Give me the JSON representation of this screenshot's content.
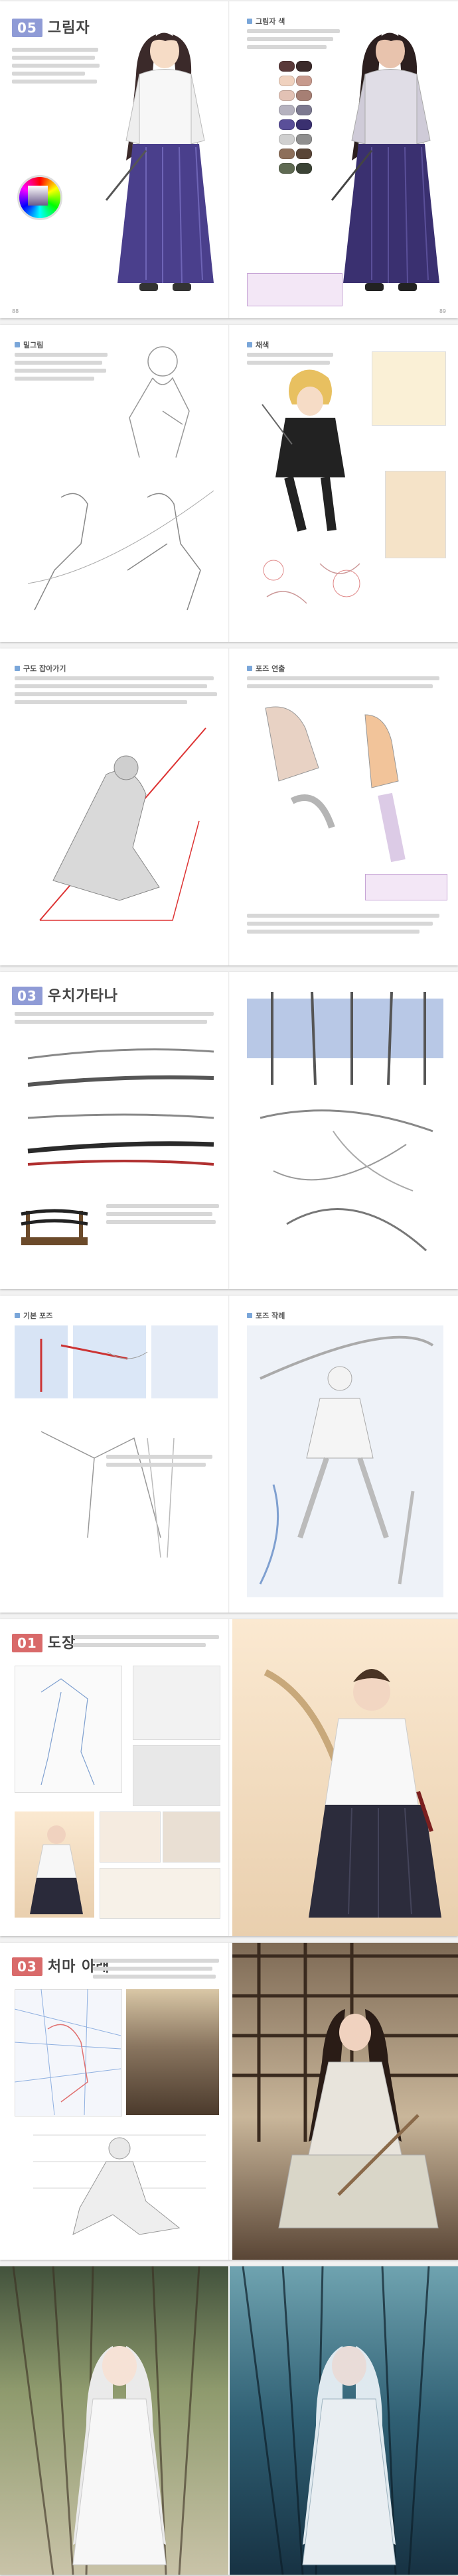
{
  "book": {
    "spreads": [
      {
        "id": "s1",
        "left_title": {
          "num": "05",
          "text": "그림자"
        },
        "right_sub": "그림자 색"
      },
      {
        "id": "s2",
        "left_sub": "밑그림",
        "right_sub": "채색"
      },
      {
        "id": "s3",
        "left_sub": "구도 잡아가기",
        "right_sub": "포즈 연출"
      },
      {
        "id": "s4",
        "left_title": {
          "num": "03",
          "text": "우치가타나"
        }
      },
      {
        "id": "s5",
        "left_sub": "기본 포즈",
        "right_sub": "포즈 작례"
      },
      {
        "id": "s6",
        "left_title": {
          "num": "01",
          "text": "도장"
        }
      },
      {
        "id": "s7",
        "left_title": {
          "num": "03",
          "text": "처마 아래"
        }
      },
      {
        "id": "s8"
      }
    ],
    "colors": {
      "accent": "#8f9bd6",
      "accent_red": "#d96a6a",
      "bullet": "#7aa6d9",
      "note_bg": "#f3e7f6"
    },
    "page_numbers": [
      "88",
      "89"
    ]
  }
}
